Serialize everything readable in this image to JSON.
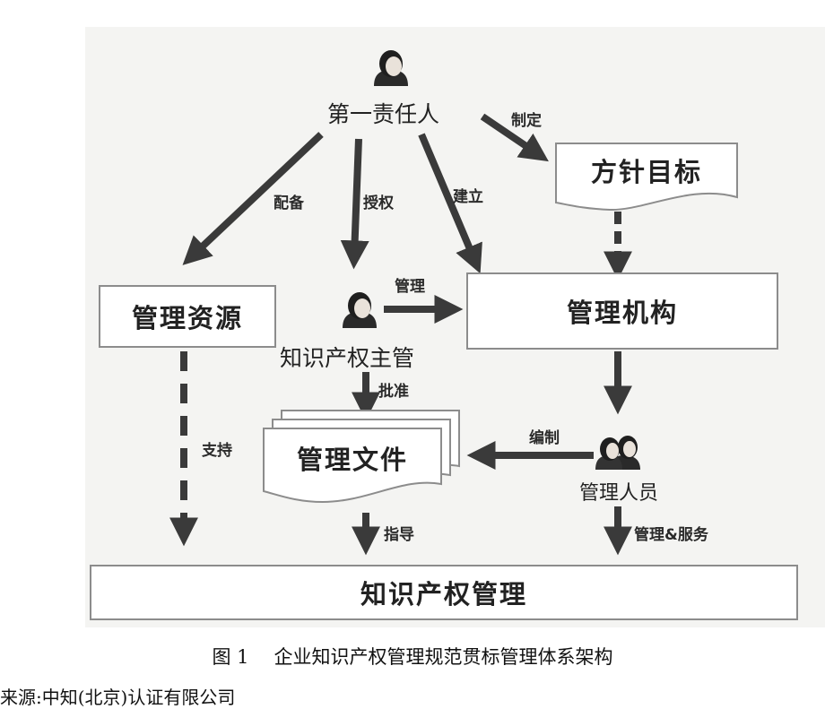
{
  "roles": {
    "first_responsible": "第一责任人",
    "ip_supervisor": "知识产权主管",
    "management_staff": "管理人员"
  },
  "boxes": {
    "policy_goals": "方针目标",
    "management_resources": "管理资源",
    "management_organization": "管理机构",
    "management_documents": "管理文件",
    "ip_management": "知识产权管理"
  },
  "edges": {
    "formulate": "制定",
    "allocate": "配备",
    "authorize": "授权",
    "establish": "建立",
    "manage": "管理",
    "approve": "批准",
    "compile": "编制",
    "support": "支持",
    "guide": "指导",
    "manage_and_serve": "管理&服务"
  },
  "caption": {
    "number": "图 1",
    "text": "企业知识产权管理规范贯标管理体系架构"
  },
  "footnote": "来源:中知(北京)认证有限公司"
}
